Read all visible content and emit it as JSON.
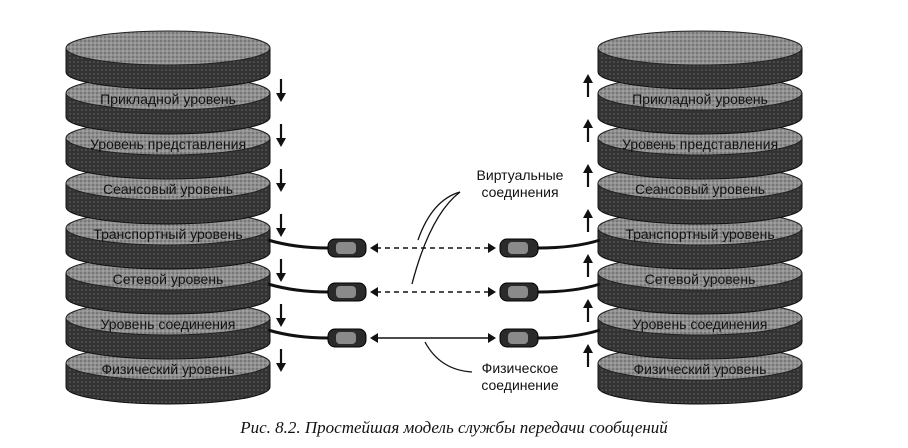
{
  "figure": {
    "caption": "Рис. 8.2. Простейшая модель службы передачи сообщений",
    "virtual_label_line1": "Виртуальные",
    "virtual_label_line2": "соединения",
    "physical_label_line1": "Физическое",
    "physical_label_line2": "соединение",
    "layers": [
      "Прикладной уровень",
      "Уровень представления",
      "Сеансовый уровень",
      "Транспортный уровень",
      "Сетевой уровень",
      "Уровень соединения",
      "Физический уровень"
    ],
    "left_arrow_direction": "down",
    "right_arrow_direction": "up",
    "colors": {
      "disk_face": "#9a9a9a",
      "disk_side": "#3a3a3a",
      "arrow": "#111111"
    }
  }
}
